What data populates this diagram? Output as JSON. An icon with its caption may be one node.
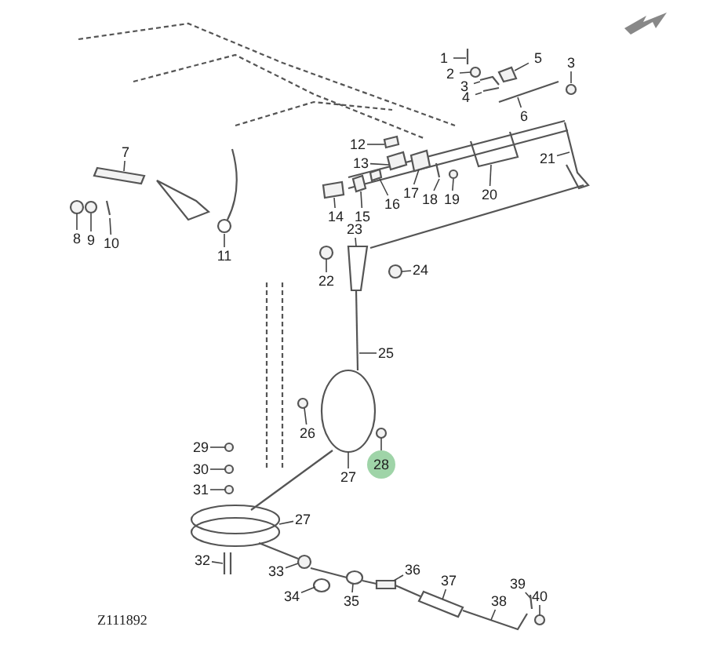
{
  "diagram": {
    "nodes": [
      {
        "text": [
          "1"
        ]
      },
      {
        "text": [
          "2"
        ]
      },
      {
        "text": [
          "3"
        ]
      },
      {
        "text": [
          "4"
        ]
      },
      {
        "text": [
          "5"
        ]
      },
      {
        "text": [
          "6"
        ]
      },
      {
        "text": [
          "3"
        ]
      },
      {
        "text": [
          "7"
        ]
      },
      {
        "text": [
          "8"
        ]
      },
      {
        "text": [
          "9"
        ]
      },
      {
        "text": [
          "10"
        ]
      },
      {
        "text": [
          "11"
        ]
      },
      {
        "text": [
          "12"
        ]
      },
      {
        "text": [
          "13"
        ]
      },
      {
        "text": [
          "14"
        ]
      },
      {
        "text": [
          "15"
        ]
      },
      {
        "text": [
          "16"
        ]
      },
      {
        "text": [
          "17"
        ]
      },
      {
        "text": [
          "18"
        ]
      },
      {
        "text": [
          "19"
        ]
      },
      {
        "text": [
          "20"
        ]
      },
      {
        "text": [
          "21"
        ]
      },
      {
        "text": [
          "22"
        ]
      },
      {
        "text": [
          "23"
        ]
      },
      {
        "text": [
          "24"
        ]
      },
      {
        "text": [
          "25"
        ]
      },
      {
        "text": [
          "26"
        ]
      },
      {
        "text": [
          "27"
        ]
      },
      {
        "text": [
          "28"
        ]
      },
      {
        "text": [
          "29"
        ]
      },
      {
        "text": [
          "30"
        ]
      },
      {
        "text": [
          "31"
        ]
      },
      {
        "text": [
          "27"
        ]
      },
      {
        "text": [
          "32"
        ]
      },
      {
        "text": [
          "33"
        ]
      },
      {
        "text": [
          "34"
        ]
      },
      {
        "text": [
          "35"
        ]
      },
      {
        "text": [
          "36"
        ]
      },
      {
        "text": [
          "37"
        ]
      },
      {
        "text": [
          "38"
        ]
      },
      {
        "text": [
          "39"
        ]
      },
      {
        "text": [
          "40"
        ]
      },
      {
        "text": [],
        "shape": "picture"
      },
      {
        "text": [],
        "shape": "circle"
      },
      {
        "text": [],
        "shape": "picture"
      },
      {
        "text": [],
        "shape": "picture"
      },
      {
        "text": [],
        "shape": "box"
      },
      {
        "text": [],
        "shape": "picture"
      },
      {
        "text": [],
        "shape": "circle"
      },
      {
        "text": [],
        "shape": "box"
      },
      {
        "text": [],
        "shape": "circle"
      },
      {
        "text": [],
        "shape": "circle"
      },
      {
        "text": [],
        "shape": "picture"
      },
      {
        "text": [],
        "shape": "picture"
      },
      {
        "text": [],
        "shape": "box"
      },
      {
        "text": [],
        "shape": "box"
      },
      {
        "text": [],
        "shape": "box"
      },
      {
        "text": [],
        "shape": "box"
      },
      {
        "text": [],
        "shape": "box"
      },
      {
        "text": [],
        "shape": "box"
      },
      {
        "text": [],
        "shape": "picture"
      },
      {
        "text": [],
        "shape": "circle"
      },
      {
        "text": [],
        "shape": "picture"
      },
      {
        "text": [],
        "shape": "picture"
      },
      {
        "text": [],
        "shape": "circle"
      },
      {
        "text": [],
        "shape": "picture"
      },
      {
        "text": [],
        "shape": "circle"
      },
      {
        "text": [],
        "shape": "picture"
      },
      {
        "text": [],
        "shape": "circle"
      },
      {
        "text": [],
        "shape": "picture"
      },
      {
        "text": [],
        "shape": "circle"
      },
      {
        "text": [],
        "shape": "circle"
      },
      {
        "text": [],
        "shape": "circle"
      },
      {
        "text": [],
        "shape": "circle"
      },
      {
        "text": [],
        "shape": "picture"
      },
      {
        "text": [],
        "shape": "picture"
      },
      {
        "text": [],
        "shape": "circle"
      },
      {
        "text": [],
        "shape": "picture"
      },
      {
        "text": [],
        "shape": "picture"
      },
      {
        "text": [],
        "shape": "box"
      },
      {
        "text": [],
        "shape": "picture"
      },
      {
        "text": [],
        "shape": "picture"
      },
      {
        "text": [],
        "shape": "picture"
      },
      {
        "text": [],
        "shape": "circle"
      }
    ],
    "edges": [
      {
        "from": 0,
        "to": 42,
        "arrow": "none"
      },
      {
        "from": 1,
        "to": 43,
        "arrow": "none"
      },
      {
        "from": 2,
        "to": 44,
        "arrow": "none"
      },
      {
        "from": 3,
        "to": 45,
        "arrow": "none"
      },
      {
        "from": 4,
        "to": 46,
        "arrow": "none"
      },
      {
        "from": 5,
        "to": 47,
        "arrow": "none"
      },
      {
        "from": 6,
        "to": 48,
        "arrow": "none"
      },
      {
        "from": 7,
        "to": 49,
        "arrow": "none"
      },
      {
        "from": 8,
        "to": 50,
        "arrow": "none"
      },
      {
        "from": 9,
        "to": 51,
        "arrow": "none"
      },
      {
        "from": 10,
        "to": 52,
        "arrow": "none"
      },
      {
        "from": 11,
        "to": 53,
        "arrow": "none"
      },
      {
        "from": 12,
        "to": 54,
        "arrow": "none"
      },
      {
        "from": 13,
        "to": 55,
        "arrow": "none"
      },
      {
        "from": 14,
        "to": 56,
        "arrow": "none"
      },
      {
        "from": 15,
        "to": 57,
        "arrow": "none"
      },
      {
        "from": 16,
        "to": 58,
        "arrow": "none"
      },
      {
        "from": 17,
        "to": 59,
        "arrow": "none"
      },
      {
        "from": 18,
        "to": 60,
        "arrow": "none"
      },
      {
        "from": 19,
        "to": 61,
        "arrow": "none"
      },
      {
        "from": 20,
        "to": 62,
        "arrow": "none"
      },
      {
        "from": 21,
        "to": 63,
        "arrow": "none"
      },
      {
        "from": 22,
        "to": 64,
        "arrow": "none"
      },
      {
        "from": 23,
        "to": 65,
        "arrow": "none"
      },
      {
        "from": 24,
        "to": 66,
        "arrow": "none"
      },
      {
        "from": 25,
        "to": 67,
        "arrow": "none"
      },
      {
        "from": 26,
        "to": 68,
        "arrow": "none"
      },
      {
        "from": 27,
        "to": 69,
        "arrow": "none"
      },
      {
        "from": 28,
        "to": 70,
        "arrow": "none"
      },
      {
        "from": 29,
        "to": 71,
        "arrow": "none"
      },
      {
        "from": 30,
        "to": 72,
        "arrow": "none"
      },
      {
        "from": 31,
        "to": 73,
        "arrow": "none"
      },
      {
        "from": 32,
        "to": 74,
        "arrow": "none"
      },
      {
        "from": 33,
        "to": 75,
        "arrow": "none"
      },
      {
        "from": 34,
        "to": 76,
        "arrow": "none"
      },
      {
        "from": 35,
        "to": 77,
        "arrow": "none"
      },
      {
        "from": 36,
        "to": 78,
        "arrow": "none"
      },
      {
        "from": 37,
        "to": 79,
        "arrow": "none"
      },
      {
        "from": 38,
        "to": 80,
        "arrow": "none"
      },
      {
        "from": 39,
        "to": 81,
        "arrow": "none"
      },
      {
        "from": 40,
        "to": 82,
        "arrow": "none"
      },
      {
        "from": 41,
        "to": 83,
        "arrow": "none"
      }
    ],
    "labels": [
      "Z111892"
    ]
  }
}
